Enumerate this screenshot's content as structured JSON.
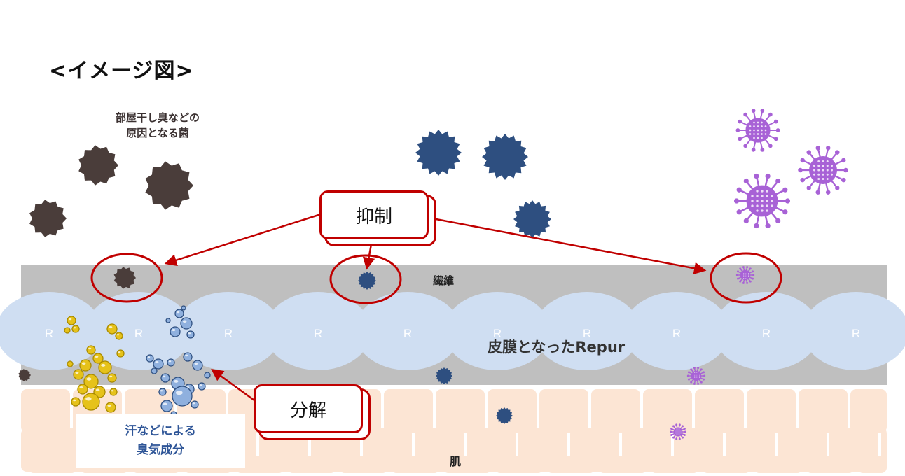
{
  "title": "<イメージ図>",
  "labels": {
    "bacteria_caption_line1": "部屋干し臭などの",
    "bacteria_caption_line2": "原因となる菌",
    "fiber": "繊維",
    "membrane": "皮膜となったRepur",
    "skin": "肌",
    "sweat_line1": "汗などによる",
    "sweat_line2": "臭気成分",
    "repur_marker": "R"
  },
  "callouts": {
    "suppress": "抑制",
    "decompose": "分解"
  },
  "colors": {
    "bacteria_brown": "#4a3d3a",
    "bacteria_blue": "#2e4f80",
    "virus_purple": "#a862d6",
    "fiber_gray": "#bfbfbf",
    "membrane_blue": "#cfdef2",
    "skin_peach": "#fce5d4",
    "odor_yellow": "#e6c21a",
    "odor_blue": "#8fb0de",
    "accent_red": "#c00000"
  },
  "icons": [
    "brown-bacterium-icon",
    "blue-bacterium-icon",
    "purple-virus-icon",
    "yellow-odor-bubble-icon",
    "blue-odor-bubble-icon"
  ]
}
